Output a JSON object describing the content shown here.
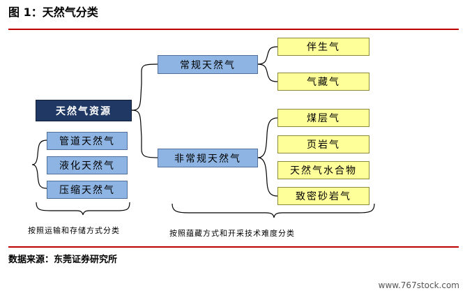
{
  "title": "图 1：天然气分类",
  "root": "天然气资源",
  "storage": {
    "items": [
      "管道天然气",
      "液化天然气",
      "压缩天然气"
    ],
    "caption": "按照运输和存储方式分类"
  },
  "branches": {
    "conventional": {
      "label": "常规天然气",
      "children": [
        "伴生气",
        "气藏气"
      ]
    },
    "unconventional": {
      "label": "非常规天然气",
      "children": [
        "煤层气",
        "页岩气",
        "天然气水合物",
        "致密砂岩气"
      ]
    },
    "caption": "按照蕴藏方式和开采技术难度分类"
  },
  "source": "数据来源：东莞证券研究所",
  "watermark": "www.767stock.com",
  "colors": {
    "rule": "#c00000",
    "root_box": "#1f3864",
    "blue_box": "#8db4e2",
    "yellow_box": "#ffff99"
  }
}
